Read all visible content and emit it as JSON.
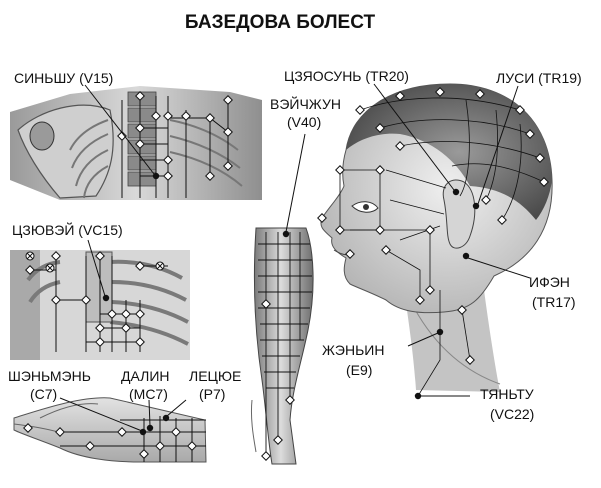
{
  "title": "БАЗЕДОВА БОЛЕСТ",
  "points": {
    "v15": "СИНЬШУ (V15)",
    "vc15": "ЦЗЮВЭЙ (VC15)",
    "c7_name": "ШЭНЬМЭНЬ",
    "c7_code": "(C7)",
    "mc7_name": "ДАЛИН",
    "mc7_code": "(MC7)",
    "p7_name": "ЛЕЦЮЕ",
    "p7_code": "(P7)",
    "v40_name": "ВЭЙЧЖУН",
    "v40_code": "(V40)",
    "tr20": "ЦЗЯОСУНЬ (TR20)",
    "tr19": "ЛУСИ (TR19)",
    "tr17_name": "ИФЭН",
    "tr17_code": "(TR17)",
    "e9_name": "ЖЭНЬИН",
    "e9_code": "(E9)",
    "vc22_name": "ТЯНЬТУ",
    "vc22_code": "(VC22)"
  },
  "colors": {
    "ink": "#111111",
    "skin_light": "#e6e6e6",
    "skin_mid": "#bdbdbd",
    "skin_dark": "#8a8a8a",
    "bone": "#d0d0d0",
    "hair": "#6b6b6b"
  }
}
